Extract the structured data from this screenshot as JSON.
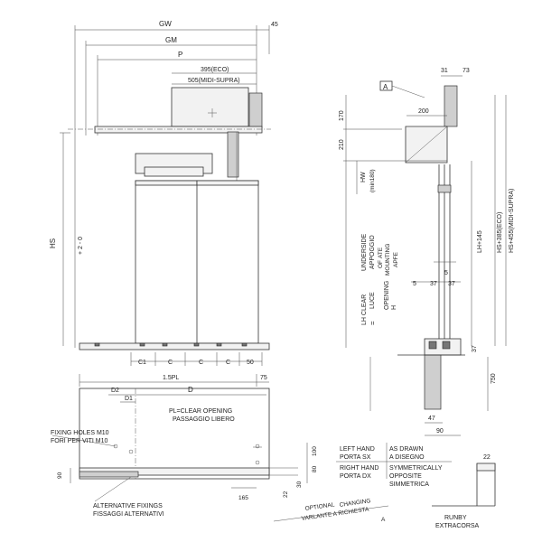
{
  "dims": {
    "gw": "GW",
    "gw_ext": "45",
    "gm": "GM",
    "p": "P",
    "eco_395": "395(ECO)",
    "midi_505": "505(MIDI-SUPRA)",
    "hs": "HS",
    "hs_tol": "+ 2\n- 0",
    "c1": "C1",
    "c_a": "C",
    "c_b": "C",
    "c_c": "C",
    "c_50": "50",
    "pl15": "1.5PL",
    "d75": "75",
    "d2": "D2",
    "d1": "D1",
    "d": "D",
    "m90": "90",
    "m165": "165",
    "m22b": "22",
    "m30": "30",
    "m80": "80",
    "m100": "100",
    "s31": "31",
    "s73": "73",
    "s200": "200",
    "s170": "170",
    "s210": "210",
    "hw": "HW",
    "hw_min": "(min180)",
    "lh145": "LH+145",
    "hs385": "HS+385(ECO)",
    "hs455": "HS+455(MIDI-SUPRA)",
    "s5a": "5",
    "s5b": "5",
    "s37a": "37",
    "s37b": "37",
    "s37c": "37",
    "s750": "750",
    "s47": "47",
    "s90": "90",
    "s22": "22"
  },
  "labels": {
    "section_a": "A",
    "clear_opening": "PL=CLEAR OPENING",
    "passaggio": "PASSAGGIO LIBERO",
    "fixing_holes": "FIXING HOLES M10",
    "fori_viti": "FORI PER VITI M10",
    "alt_fixings": "ALTERNATIVE FIXINGS",
    "fissaggi": "FISSAGGI ALTERNATIVI",
    "underside": "UNDERSIDE",
    "appoggio": "APPOGGIO",
    "of": "OF",
    "mounting": "MOUNTING",
    "ate": "ATE",
    "apfe": "APFE",
    "lh_clear": "LH CLEAR",
    "luce": "LUCE",
    "opening": "OPENING",
    "h_mark": "H",
    "eq": "=",
    "left_hand": "LEFT HAND",
    "porta_sx": "PORTA SX",
    "as_drawn": "AS DRAWN",
    "a_disegno": "A DISEGNO",
    "right_hand": "RIGHT HAND",
    "porta_dx": "PORTA DX",
    "symmetrically": "SYMMETRICALLY",
    "opposite": "OPPOSITE",
    "simmetrica": "SIMMETRICA",
    "optional": "OPTIONAL",
    "changing": "CHANGING",
    "varlante": "VARLANTE A RICHIESTA",
    "a_small": "A",
    "runby": "RUNBY",
    "extracorsa": "EXTRACORSA"
  }
}
